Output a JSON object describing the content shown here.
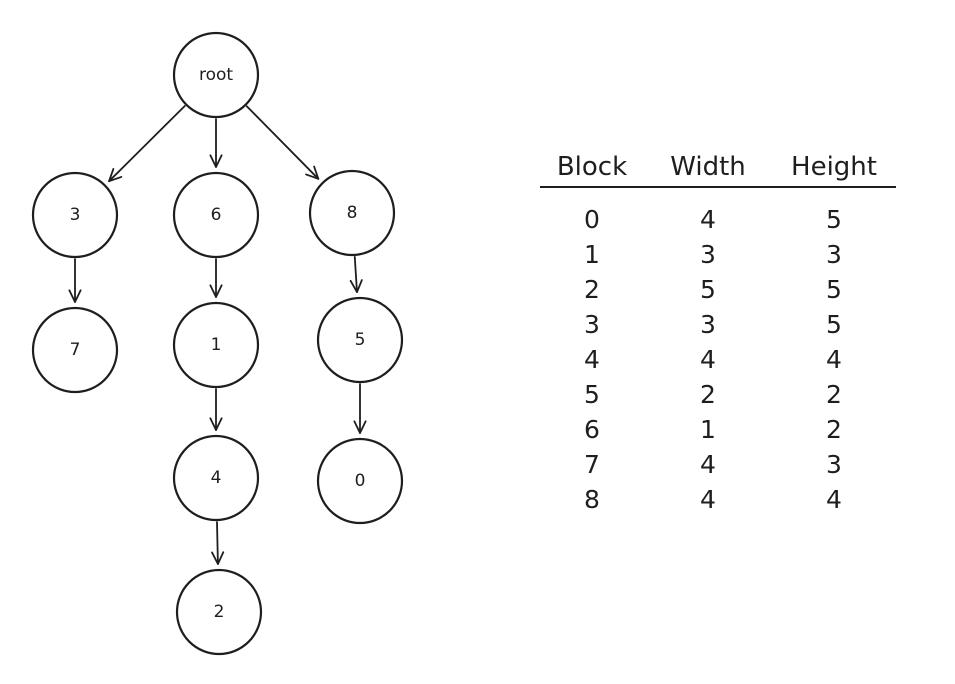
{
  "tree": {
    "nodes": [
      {
        "id": "root",
        "label": "root"
      },
      {
        "id": "n3",
        "label": "3"
      },
      {
        "id": "n6",
        "label": "6"
      },
      {
        "id": "n8",
        "label": "8"
      },
      {
        "id": "n7",
        "label": "7"
      },
      {
        "id": "n1",
        "label": "1"
      },
      {
        "id": "n5",
        "label": "5"
      },
      {
        "id": "n4",
        "label": "4"
      },
      {
        "id": "n0",
        "label": "0"
      },
      {
        "id": "n2",
        "label": "2"
      }
    ],
    "edges": [
      {
        "from": "root",
        "to": "n3"
      },
      {
        "from": "root",
        "to": "n6"
      },
      {
        "from": "root",
        "to": "n8"
      },
      {
        "from": "n3",
        "to": "n7"
      },
      {
        "from": "n6",
        "to": "n1"
      },
      {
        "from": "n8",
        "to": "n5"
      },
      {
        "from": "n1",
        "to": "n4"
      },
      {
        "from": "n5",
        "to": "n0"
      },
      {
        "from": "n4",
        "to": "n2"
      }
    ]
  },
  "table": {
    "headers": [
      "Block",
      "Width",
      "Height"
    ],
    "rows": [
      [
        "0",
        "4",
        "5"
      ],
      [
        "1",
        "3",
        "3"
      ],
      [
        "2",
        "5",
        "5"
      ],
      [
        "3",
        "3",
        "5"
      ],
      [
        "4",
        "4",
        "4"
      ],
      [
        "5",
        "2",
        "2"
      ],
      [
        "6",
        "1",
        "2"
      ],
      [
        "7",
        "4",
        "3"
      ],
      [
        "8",
        "4",
        "4"
      ]
    ]
  }
}
